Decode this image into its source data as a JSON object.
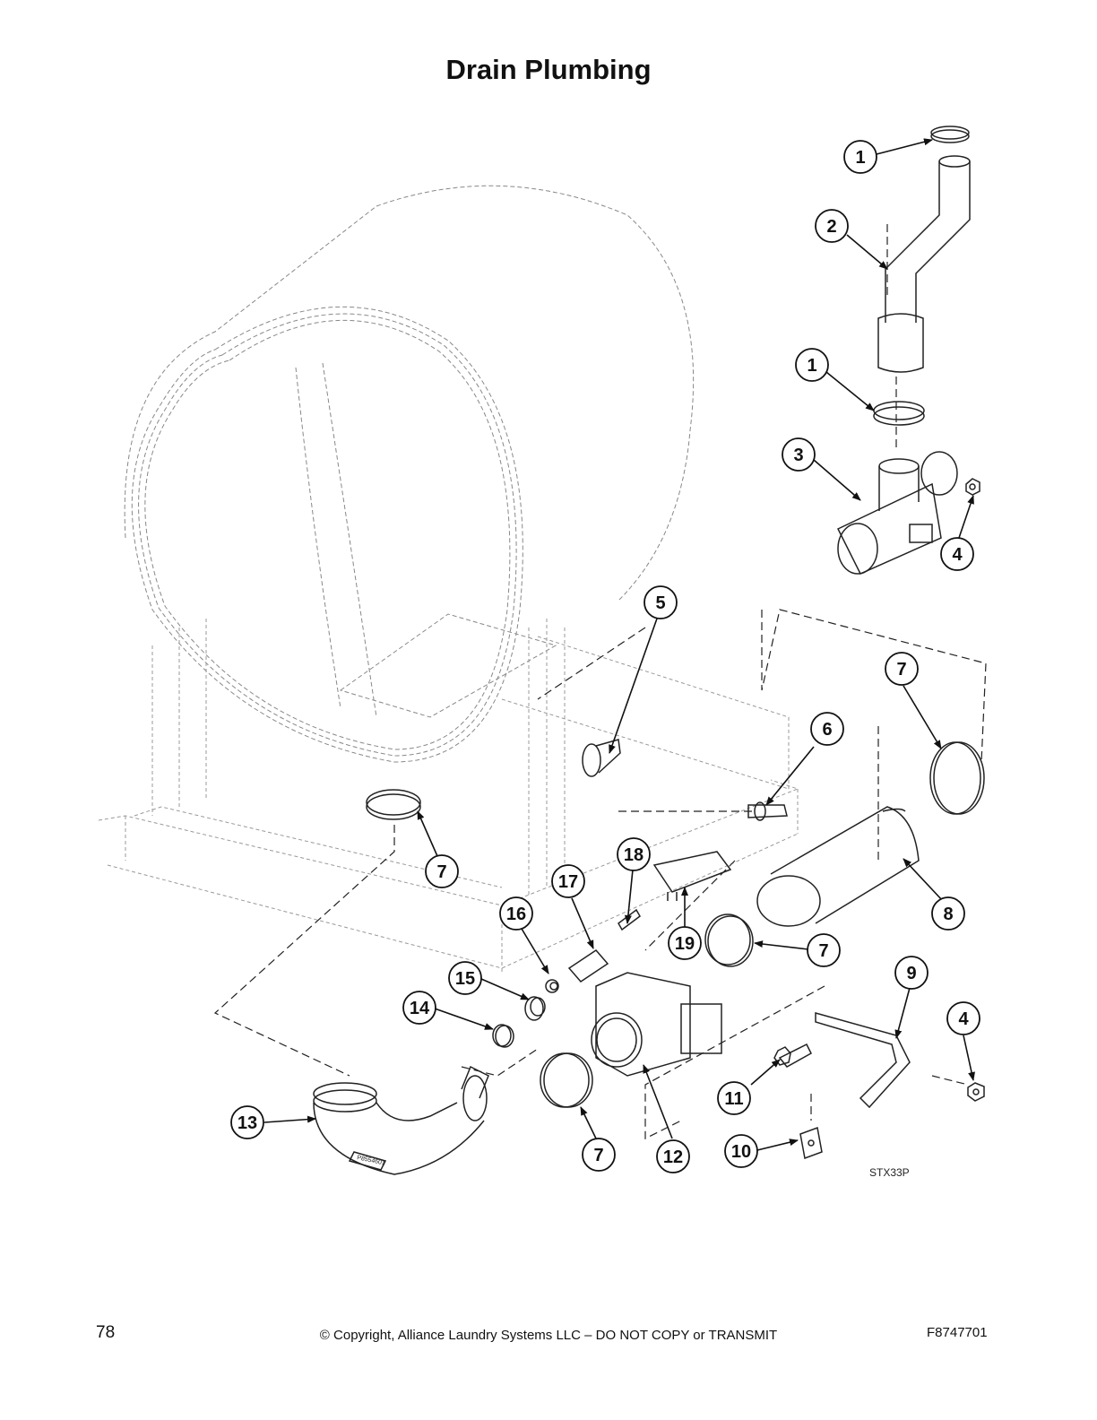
{
  "title": "Drain Plumbing",
  "figure_code": "STX33P",
  "footer": {
    "page_number": "78",
    "copyright": "© Copyright, Alliance Laundry Systems LLC – DO NOT COPY or TRANSMIT",
    "doc_number": "F8747701"
  },
  "callouts": [
    "1",
    "2",
    "1",
    "3",
    "4",
    "5",
    "7",
    "6",
    "7",
    "8",
    "18",
    "17",
    "16",
    "19",
    "7",
    "15",
    "14",
    "9",
    "4",
    "11",
    "13",
    "7",
    "12",
    "10"
  ],
  "part_labels": {
    "hose_arrow": "P8554601"
  }
}
